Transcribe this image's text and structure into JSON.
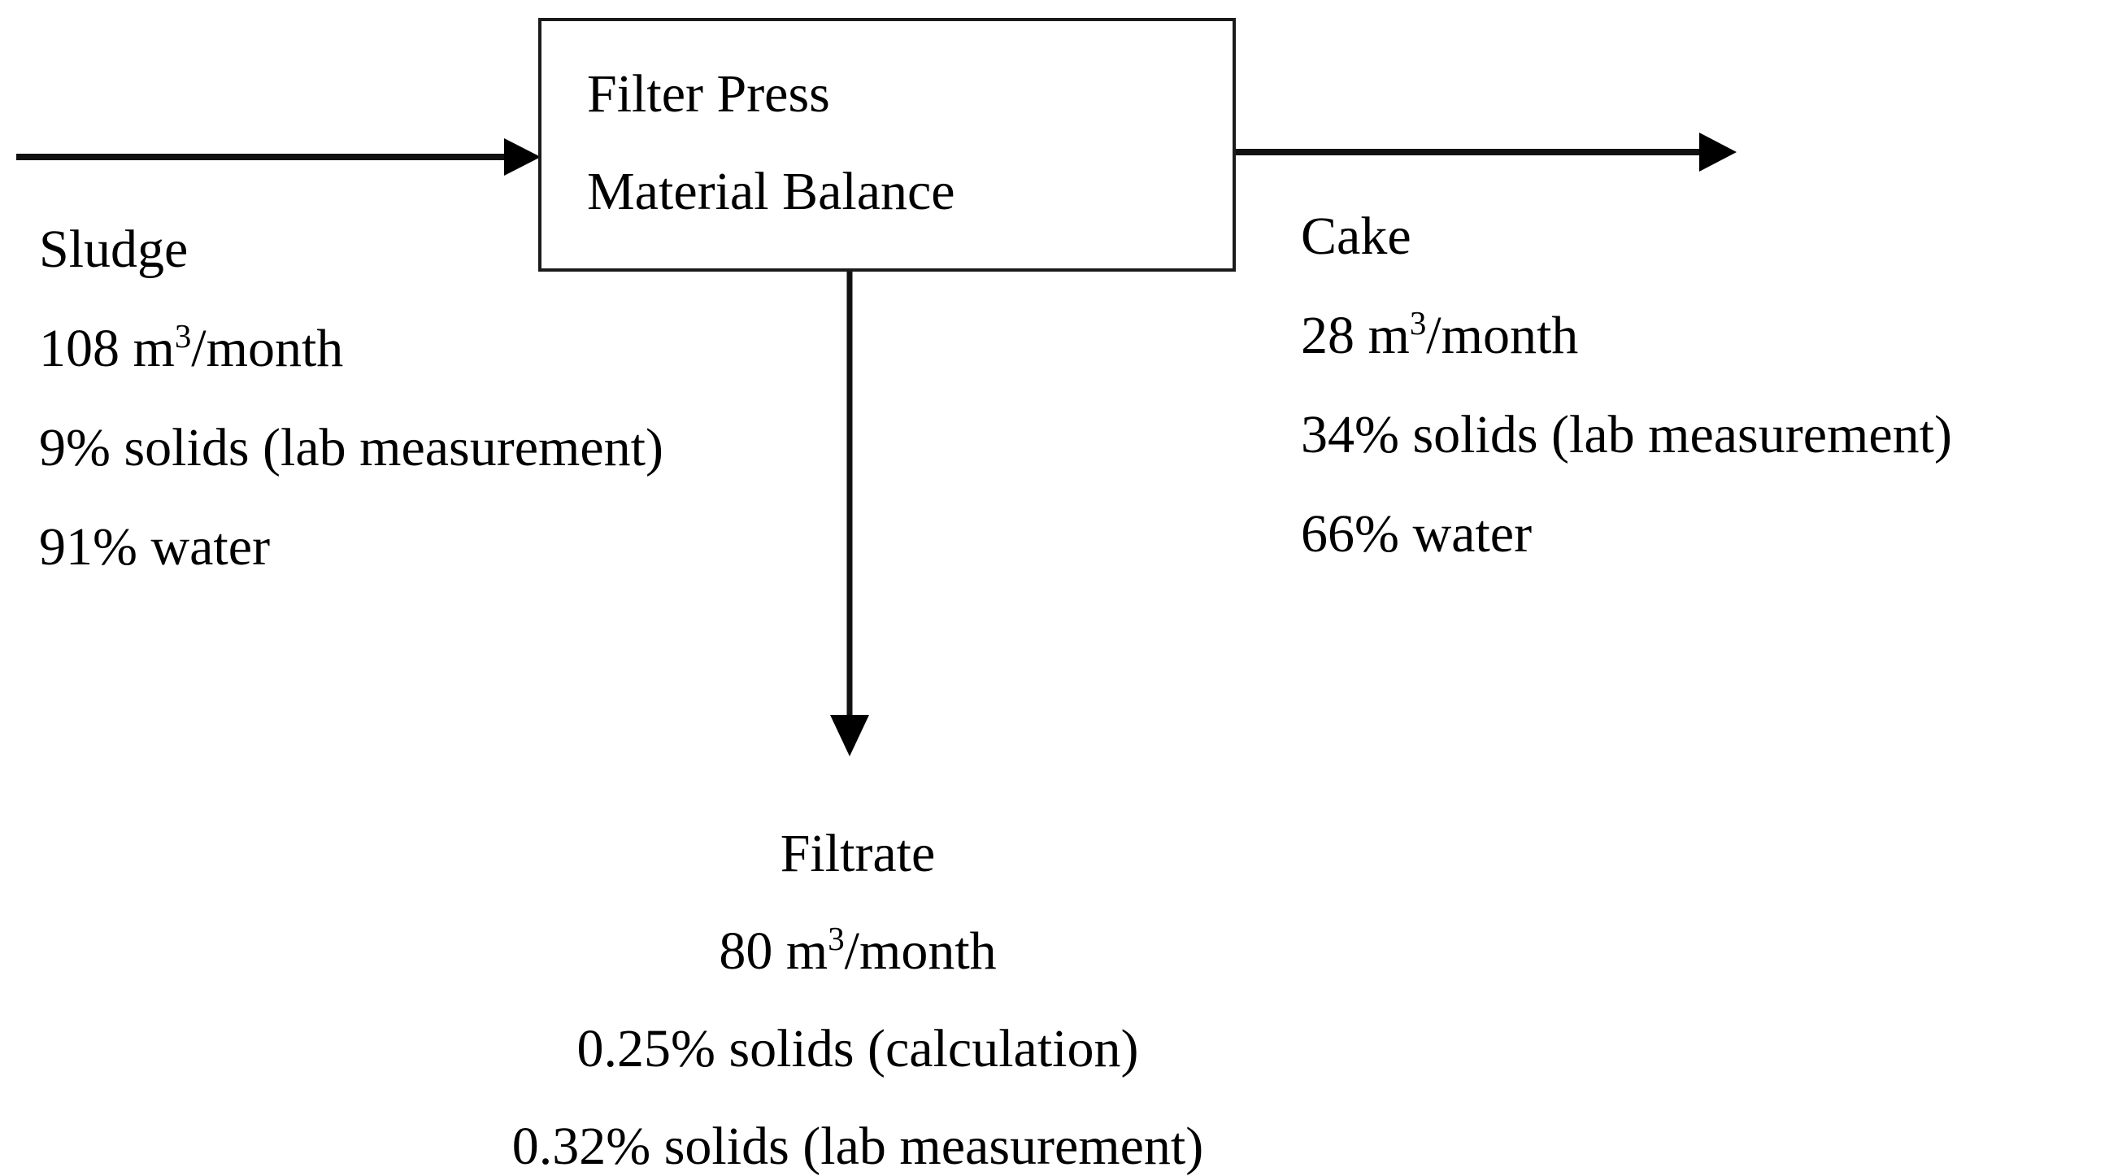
{
  "diagram": {
    "title": "Filter Press Material Balance",
    "process_box": {
      "name": "process-unit",
      "title_lines": [
        "Filter Press",
        "Material Balance"
      ]
    },
    "streams": {
      "sludge": {
        "label": "Sludge",
        "flow": "108 m3/month",
        "flow_value": "108",
        "flow_unit_base": "m",
        "flow_unit_exp": "3",
        "flow_unit_rest": "/month",
        "solids": "9% solids (lab measurement)",
        "water": "91% water"
      },
      "cake": {
        "label": "Cake",
        "flow": "28 m3/month",
        "flow_value": "28",
        "flow_unit_base": "m",
        "flow_unit_exp": "3",
        "flow_unit_rest": "/month",
        "solids": "34% solids (lab measurement)",
        "water": "66% water"
      },
      "filtrate": {
        "label": "Filtrate",
        "flow": "80 m3/month",
        "flow_value": "80",
        "flow_unit_base": "m",
        "flow_unit_exp": "3",
        "flow_unit_rest": "/month",
        "solids_calculation": "0.25% solids (calculation)",
        "solids_measurement": "0.32% solids (lab measurement)"
      }
    },
    "arrows": {
      "inlet": "sludge-inlet-arrow",
      "outlet_right": "cake-outlet-arrow",
      "outlet_down": "filtrate-outlet-arrow"
    },
    "colors": {
      "stroke": "#1b1b1b",
      "background": "#ffffff",
      "text": "#000000"
    }
  }
}
